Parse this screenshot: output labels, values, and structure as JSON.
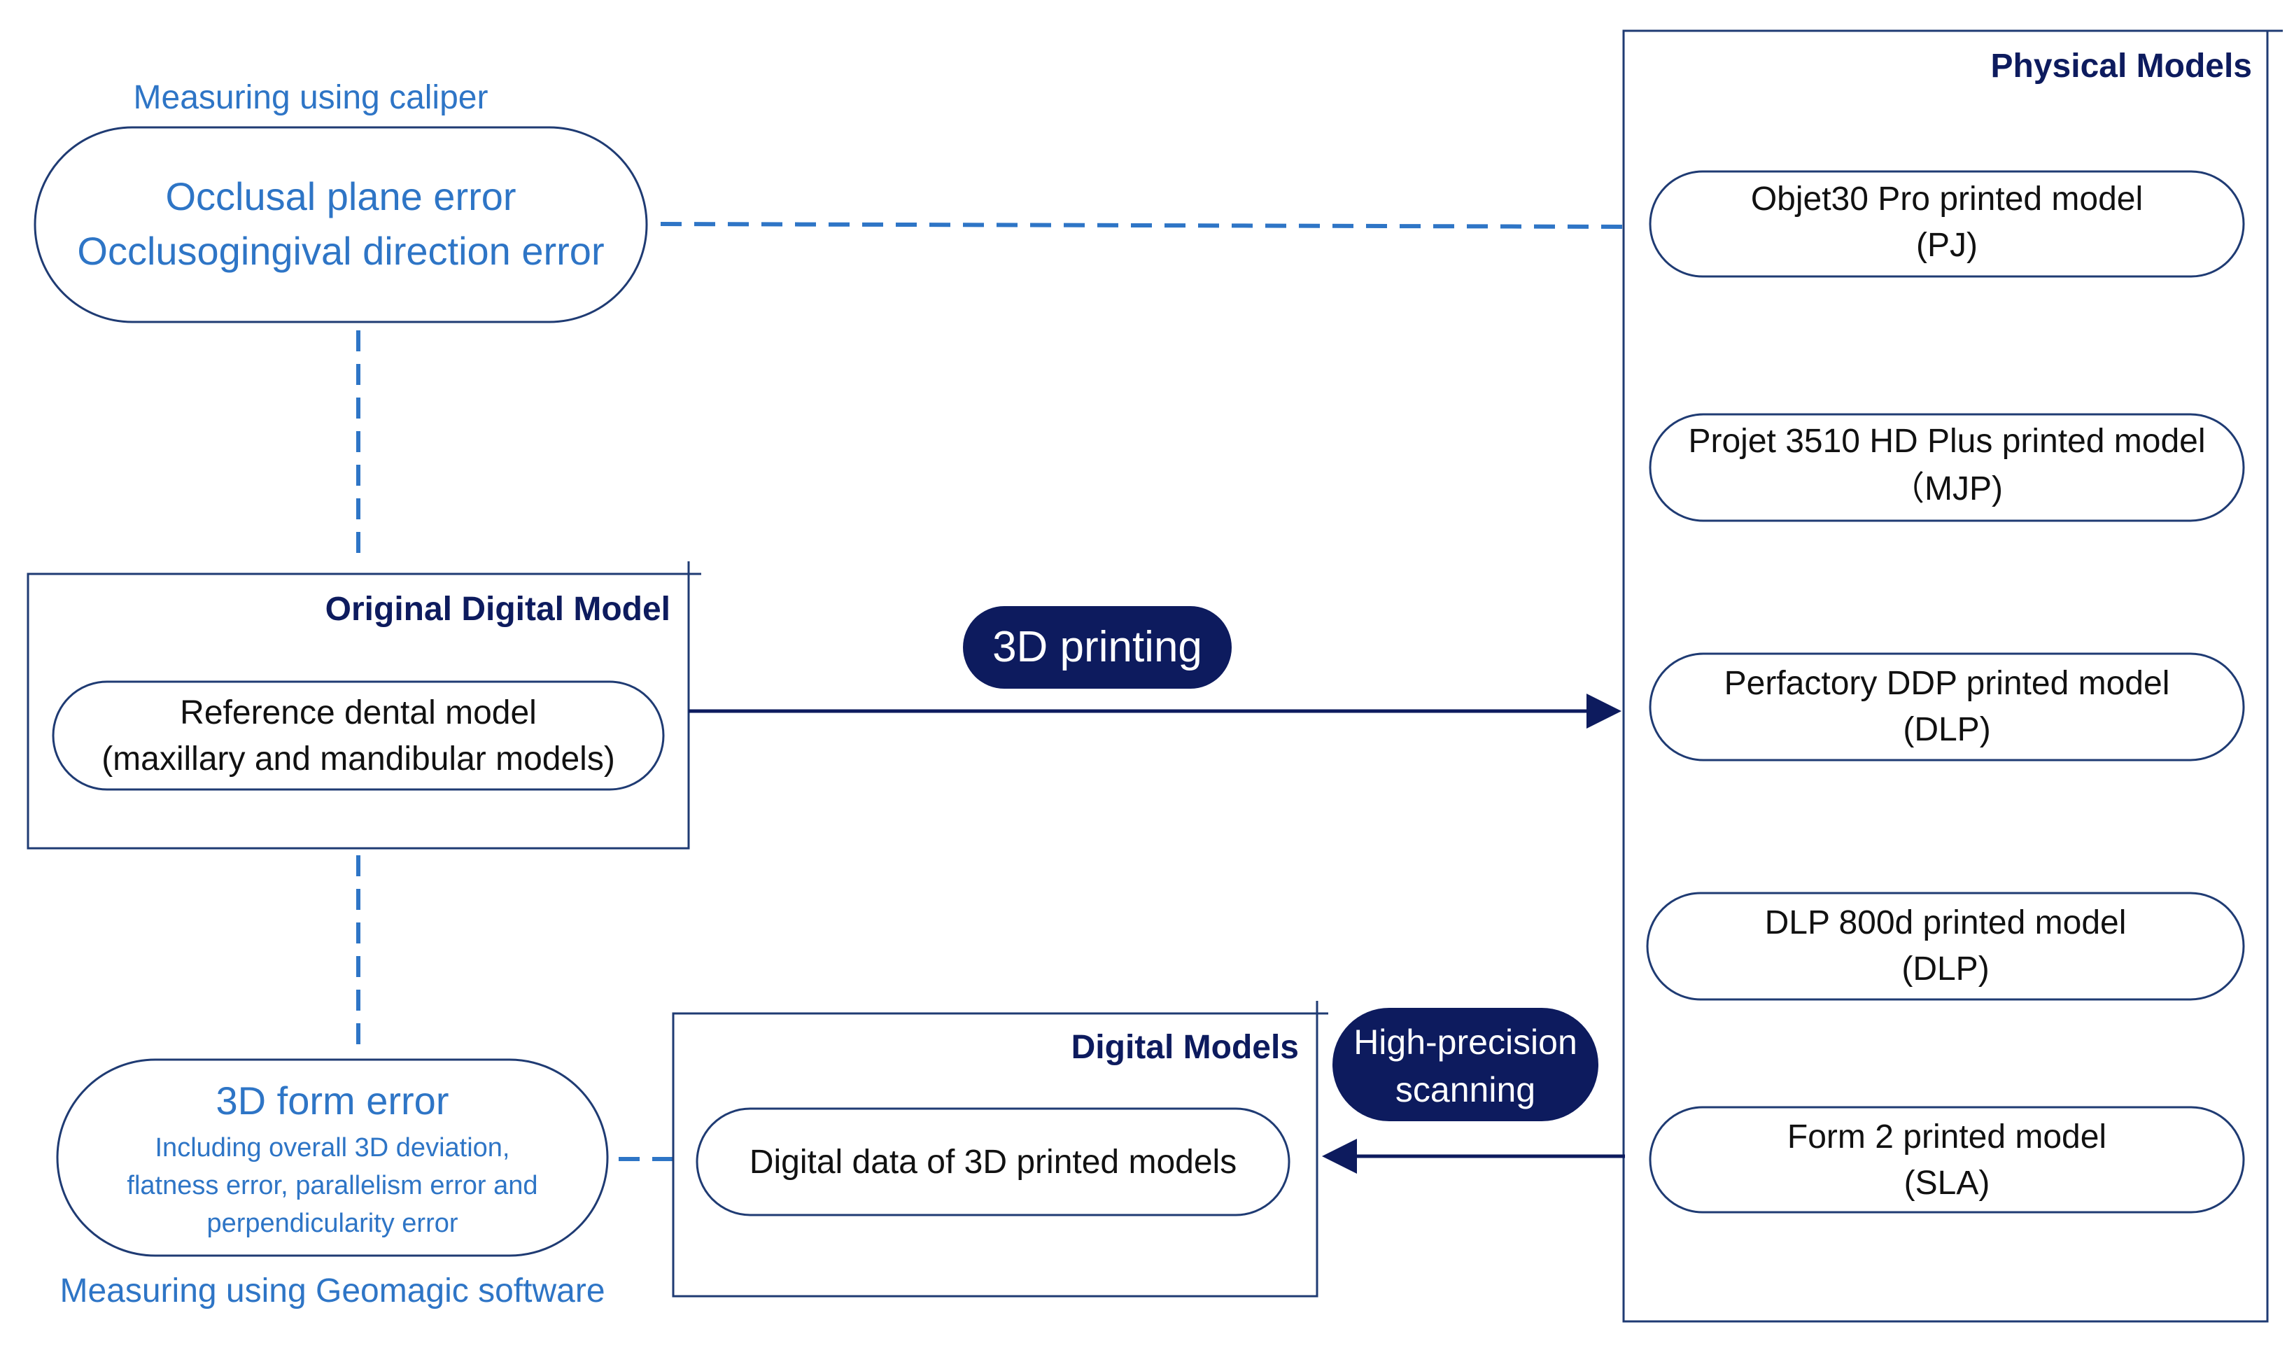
{
  "colors": {
    "blue": "#2e75c6",
    "navy": "#0d1b5e",
    "box_stroke": "#1f3b73",
    "text_dark": "#111111"
  },
  "caliper": {
    "caption": "Measuring using caliper",
    "line1": "Occlusal plane error",
    "line2": "Occlusogingival direction error"
  },
  "original": {
    "title": "Original Digital Model",
    "line1": "Reference dental model",
    "line2": "(maxillary and mandibular models)"
  },
  "form_error": {
    "title": "3D form error",
    "sub1": "Including overall 3D deviation,",
    "sub2": "flatness error, parallelism error and",
    "sub3": "perpendicularity error",
    "caption": "Measuring using Geomagic software"
  },
  "digital": {
    "title": "Digital Models",
    "item": "Digital data of 3D printed models"
  },
  "physical": {
    "title": "Physical Models",
    "items": [
      {
        "line1": "Objet30 Pro printed model",
        "line2": "(PJ)"
      },
      {
        "line1": "Projet 3510 HD Plus printed model",
        "line2": "（MJP)"
      },
      {
        "line1": "Perfactory DDP printed model",
        "line2": "(DLP)"
      },
      {
        "line1": "DLP 800d printed model",
        "line2": "(DLP)"
      },
      {
        "line1": "Form 2 printed model",
        "line2": "(SLA)"
      }
    ]
  },
  "arrows": {
    "printing": "3D printing",
    "scanning_line1": "High-precision",
    "scanning_line2": "scanning"
  }
}
